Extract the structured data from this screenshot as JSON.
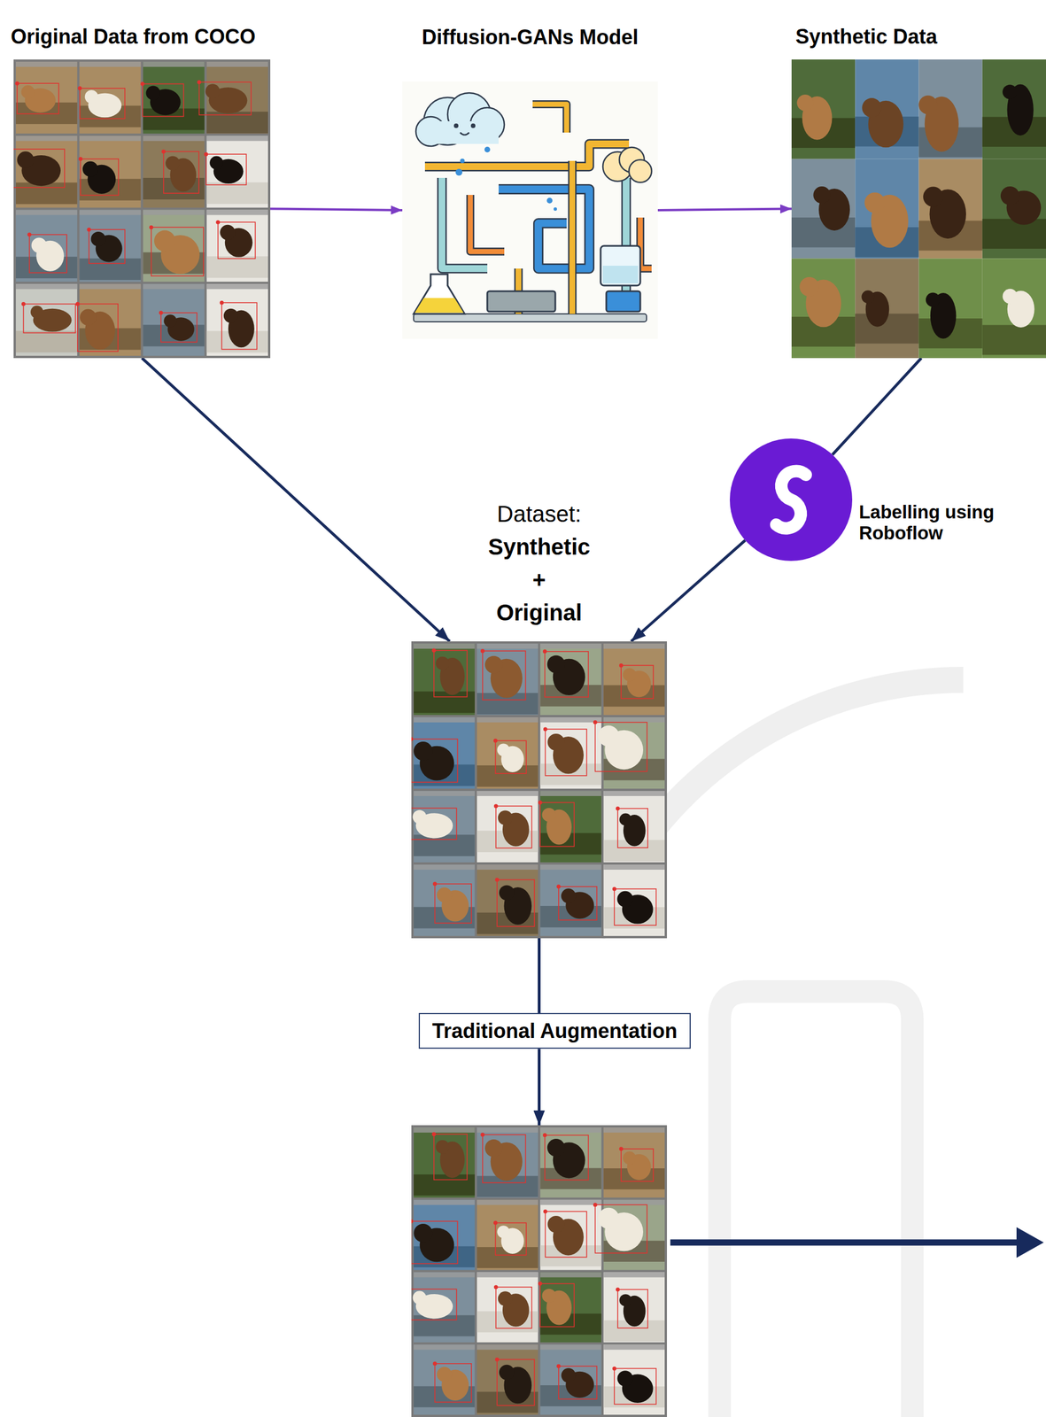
{
  "diagram": {
    "nodes": [
      {
        "text": [
          "Original Data from COCO"
        ]
      },
      {
        "text": [
          "Diffusion-GANs Model"
        ]
      },
      {
        "text": [
          "Synthetic Data"
        ]
      },
      {
        "text": [
          "Labelling using Roboflow"
        ]
      },
      {
        "text": [
          "Dataset:",
          "Synthetic + Original"
        ]
      },
      {
        "text": [
          "Traditional Augmentation"
        ]
      },
      {
        "text": []
      }
    ],
    "edges": [
      {
        "from": 0,
        "to": 1,
        "arrow": "to"
      },
      {
        "from": 1,
        "to": 2,
        "arrow": "to"
      },
      {
        "from": 0,
        "to": 4,
        "arrow": "to"
      },
      {
        "from": 2,
        "to": 3,
        "arrow": "none"
      },
      {
        "from": 3,
        "to": 4,
        "arrow": "to"
      },
      {
        "from": 4,
        "to": 5,
        "arrow": "none"
      },
      {
        "from": 5,
        "to": 6,
        "arrow": "to"
      }
    ]
  }
}
